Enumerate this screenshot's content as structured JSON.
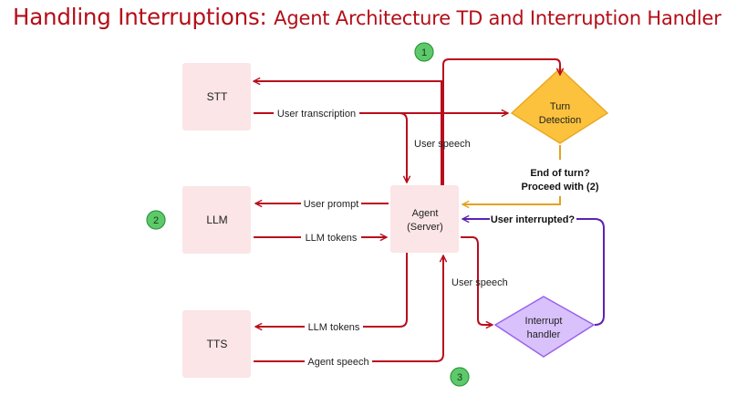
{
  "title": {
    "prefix": "Handling Interruptions:",
    "rest": "Agent Architecture TD and Interruption Handler"
  },
  "nodes": {
    "stt": "STT",
    "llm": "LLM",
    "tts": "TTS",
    "agent": [
      "Agent",
      "(Server)"
    ],
    "turn_detection": [
      "Turn",
      "Detection"
    ],
    "interrupt_handler": [
      "Interrupt",
      "handler"
    ]
  },
  "edges": {
    "user_transcription": "User transcription",
    "user_speech_top": "User speech",
    "user_prompt": "User prompt",
    "llm_tokens_to_agent": "LLM tokens",
    "llm_tokens_to_tts": "LLM tokens",
    "agent_speech": "Agent speech",
    "user_speech_bottom": "User speech",
    "end_of_turn": [
      "End of turn?",
      "Proceed with (2)"
    ],
    "user_interrupted": "User interrupted?"
  },
  "step_badges": [
    "1",
    "2",
    "3"
  ],
  "colors": {
    "title": "#b40d18",
    "box_fill": "#fbe5e6",
    "arrow_red": "#b90d1c",
    "turn_fill": "#fcc23d",
    "turn_stroke": "#e9a923",
    "arrow_orange": "#e5a21e",
    "interrupt_fill": "#d9c1fb",
    "interrupt_stroke": "#9a63eb",
    "arrow_purple": "#5a23b3",
    "badge_fill": "#5ec96b",
    "badge_stroke": "#2f9a3d"
  }
}
